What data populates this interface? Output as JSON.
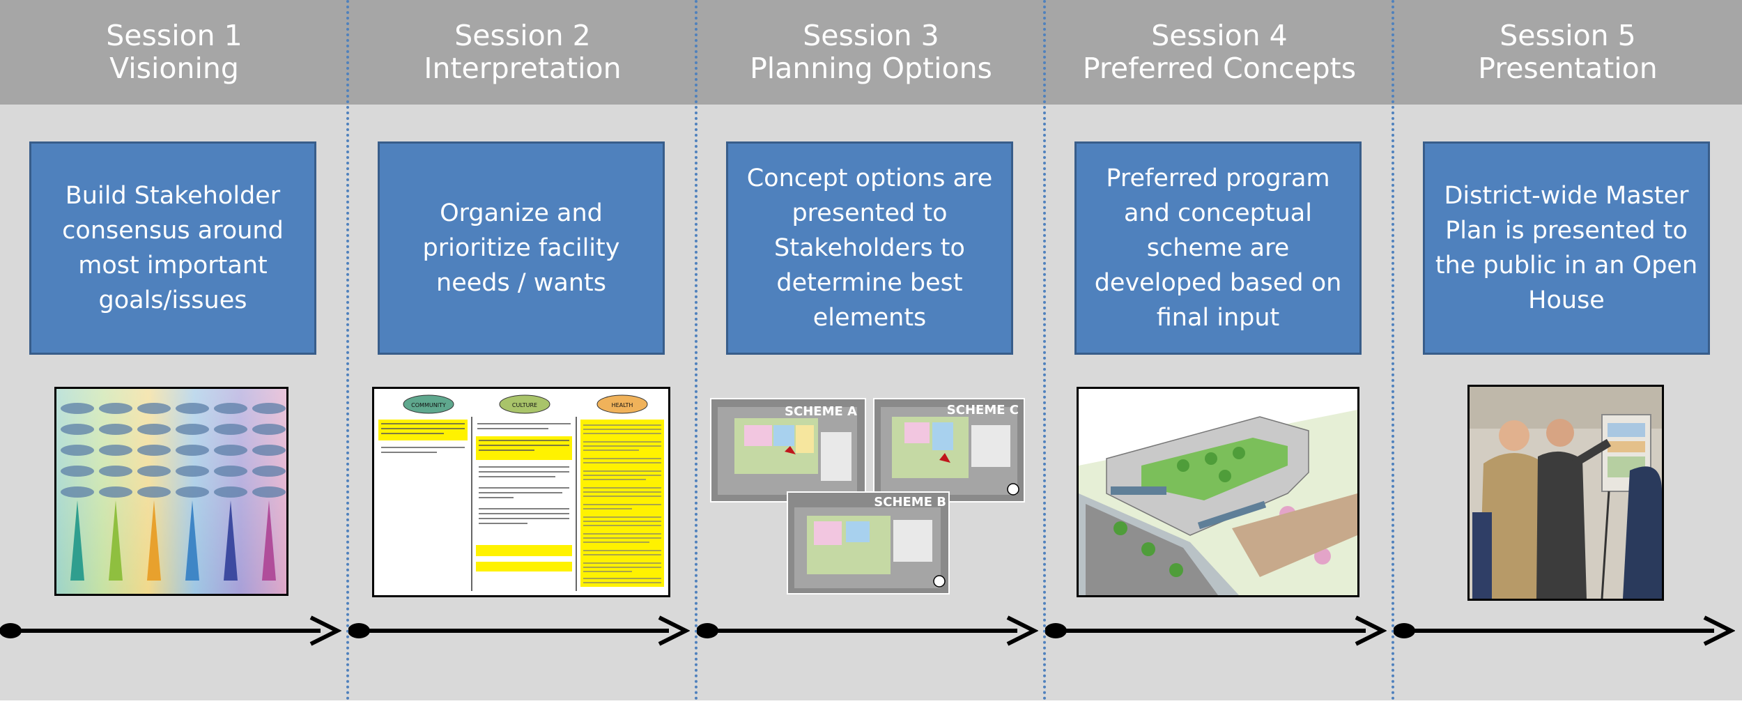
{
  "sessions": [
    {
      "title_line1": "Session 1",
      "title_line2": "Visioning",
      "description": "Build Stakeholder consensus around most important goals/issues",
      "image": "visioning-tree-graphic"
    },
    {
      "title_line1": "Session 2",
      "title_line2": "Interpretation",
      "description": "Organize and prioritize facility needs / wants",
      "image": "priorities-worksheet",
      "worksheet_headers": [
        "COMMUNITY",
        "CULTURE",
        "HEALTH"
      ]
    },
    {
      "title_line1": "Session 3",
      "title_line2": "Planning Options",
      "description": "Concept options are presented  to Stakeholders to determine best elements",
      "image": "site-plan-schemes",
      "scheme_labels": [
        "SCHEME A",
        "SCHEME C",
        "SCHEME B"
      ]
    },
    {
      "title_line1": "Session 4",
      "title_line2": "Preferred Concepts",
      "description": "Preferred program and conceptual scheme are developed based on final input",
      "image": "aerial-rendering"
    },
    {
      "title_line1": "Session 5",
      "title_line2": "Presentation",
      "description": "District-wide Master Plan is presented to the public in an Open House",
      "image": "open-house-photo"
    }
  ],
  "colors": {
    "header": "#a6a6a6",
    "background": "#d9d9d9",
    "box_fill": "#4f81bd",
    "box_border": "#385d8a",
    "divider": "#4f81bd",
    "arrow": "#000000"
  }
}
